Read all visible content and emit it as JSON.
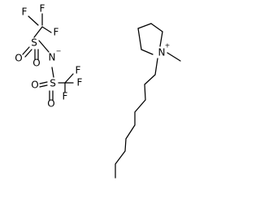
{
  "structure": {
    "atoms": {
      "f1": "F",
      "f2": "F",
      "f3": "F",
      "s1": "S",
      "o1": "O",
      "o2": "O",
      "n_anion": "N",
      "s2": "S",
      "o3": "O",
      "o4": "O",
      "f4": "F",
      "f5": "F",
      "f6": "F",
      "n_cation": "N"
    },
    "charges": {
      "anion": "−",
      "cation": "+"
    },
    "colors": {
      "bond": "#000000",
      "label": "#000000",
      "background": "#ffffff"
    }
  }
}
